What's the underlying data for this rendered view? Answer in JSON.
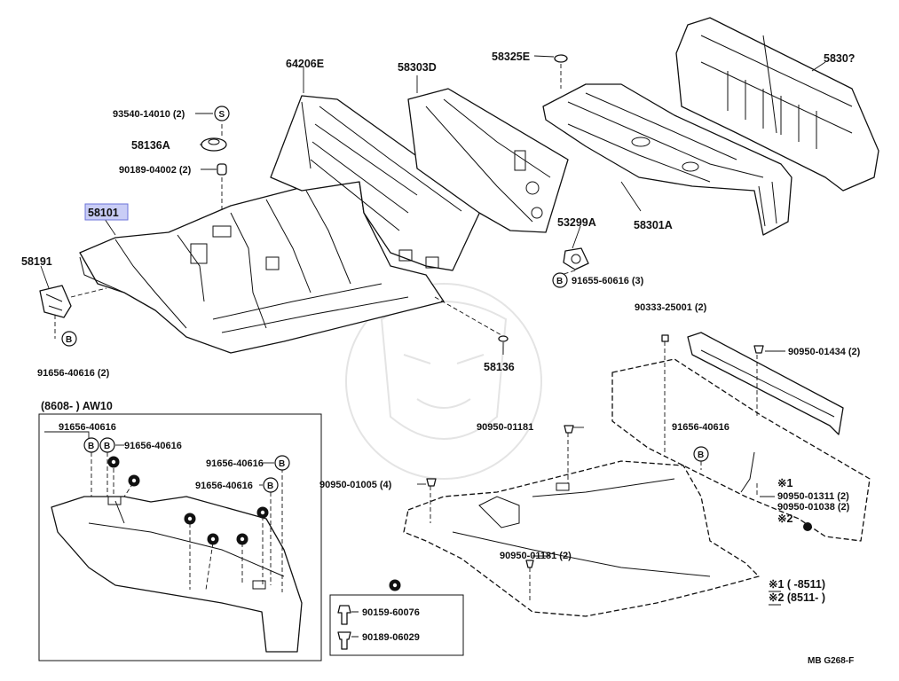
{
  "labels": {
    "p64206E": "64206E",
    "p58303D": "58303D",
    "p58325E": "58325E",
    "p58307": "5830?",
    "p93540": "93540-14010 (2)",
    "p58136A": "58136A",
    "p90189_04002": "90189-04002 (2)",
    "p58101": "58101",
    "p58191": "58191",
    "p53299A": "53299A",
    "p58301A": "58301A",
    "p91655": "91655-60616 (3)",
    "p91656_left": "91656-40616 (2)",
    "p58136": "58136",
    "p90333": "90333-25001 (2)",
    "p90950_01434": "90950-01434 (2)",
    "p90950_01181_a": "90950-01181",
    "p91656_right": "91656-40616",
    "p90950_01005": "90950-01005 (4)",
    "p90950_01311": "90950-01311 (2)",
    "p90950_01038": "90950-01038 (2)",
    "star1": "※1",
    "star2": "※2",
    "p90950_01181_b": "90950-01181 (2)",
    "legend1": "※1 (      -8511)",
    "legend2": "※2 (8511-        )",
    "footer": "MB  G268-F"
  },
  "inset": {
    "title": "(8608-        ) AW10",
    "l1": "91656-40616",
    "l2": "91656-40616",
    "l3": "91656-40616",
    "l4": "91656-40616"
  },
  "fastener_box": {
    "l1": "90159-60076",
    "l2": "90189-06029"
  },
  "symbols": {
    "s": "S",
    "b": "B"
  },
  "colors": {
    "highlight": "#c9cdf6",
    "ink": "#111111"
  }
}
